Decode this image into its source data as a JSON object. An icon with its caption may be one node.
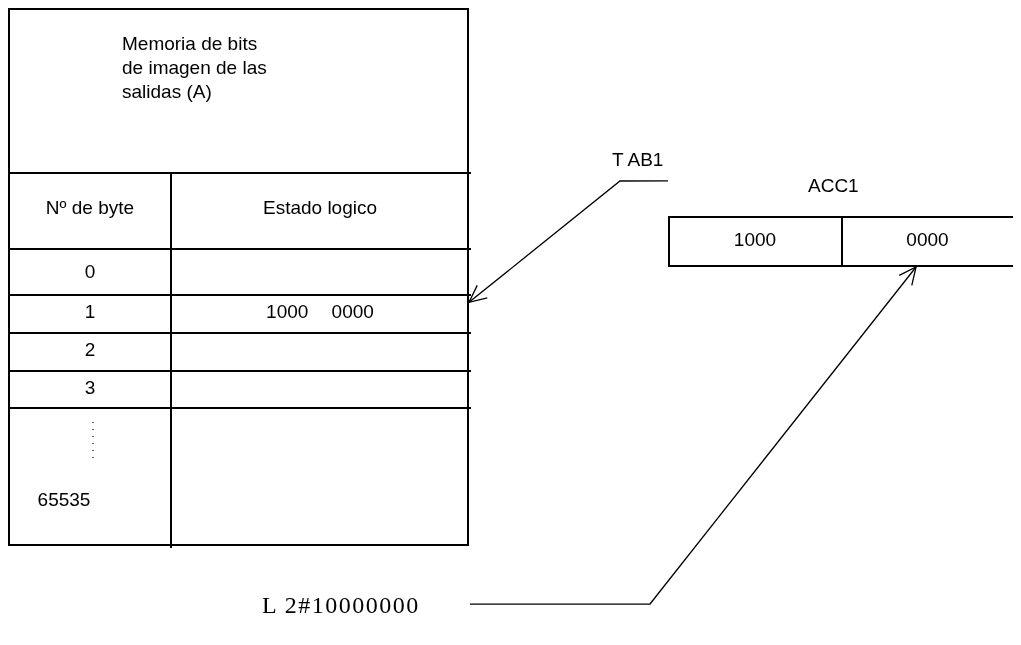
{
  "diagram": {
    "nodes": [
      {
        "text": [
          "Memoria de bits de imagen de las salidas (A)",
          "Nº de byte",
          "Estado logico",
          "0",
          "1",
          "1000 0000",
          "2",
          "3",
          "65535"
        ]
      },
      {
        "text": [
          "ACC1",
          "1000",
          "0000"
        ]
      },
      {
        "text": [
          "L 2#10000000"
        ]
      }
    ],
    "edges": [
      {
        "from": 1,
        "to": 0,
        "arrow": "to",
        "label": "T AB1"
      },
      {
        "from": 2,
        "to": 1,
        "arrow": "to"
      }
    ]
  }
}
